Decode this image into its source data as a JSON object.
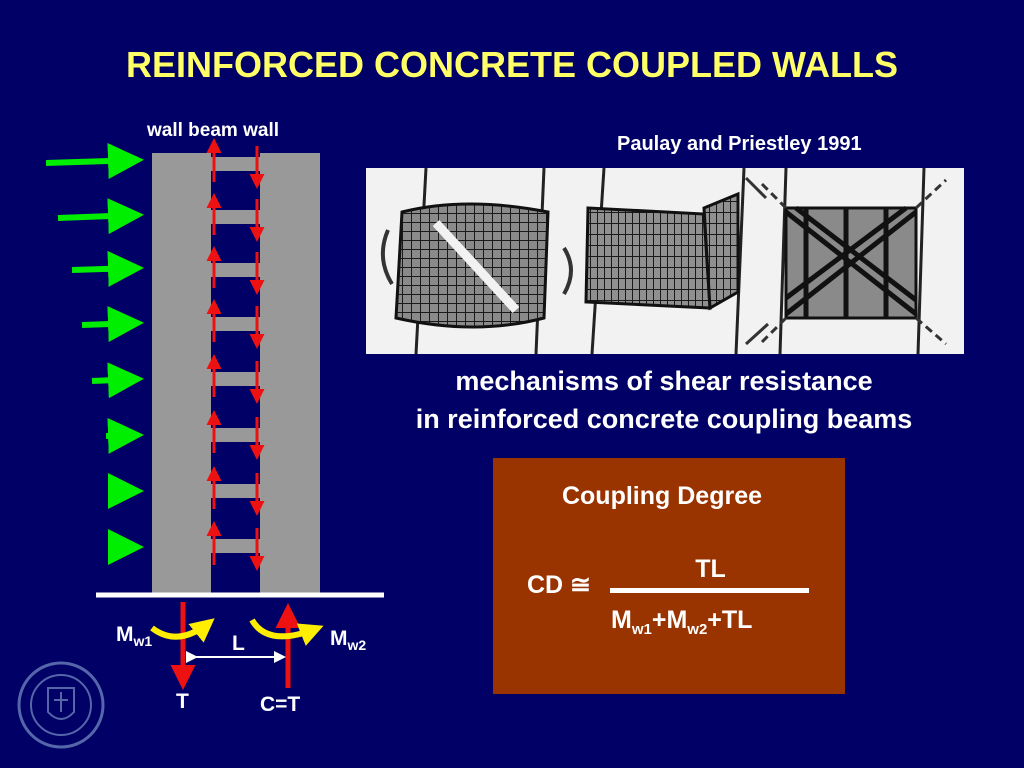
{
  "title": "REINFORCED CONCRETE COUPLED WALLS",
  "diagram": {
    "header_label": "wall beam wall",
    "labels": {
      "mw1_main": "M",
      "mw1_sub": "w1",
      "mw2_main": "M",
      "mw2_sub": "w2",
      "length": "L",
      "tension": "T",
      "compression": "C=T"
    }
  },
  "photo_panel": {
    "citation": "Paulay and Priestley 1991"
  },
  "caption": {
    "line1": "mechanisms of shear resistance",
    "line2": "in reinforced concrete coupling beams"
  },
  "coupling_degree": {
    "heading": "Coupling Degree",
    "lhs": "CD ≅",
    "numerator": "TL",
    "denominator": {
      "term1": "M",
      "term1_sub": "w1",
      "plus1": "+M",
      "term2_sub": "w2",
      "plus2": "+TL"
    }
  },
  "colors": {
    "background": "#000066",
    "title": "#ffff66",
    "wall": "#999999",
    "load_arrow": "#00ee00",
    "force_arrow": "#ee1111",
    "moment_arrow": "#ffee00",
    "box": "#993300"
  },
  "icons": {
    "seal": "university-seal-icon"
  }
}
